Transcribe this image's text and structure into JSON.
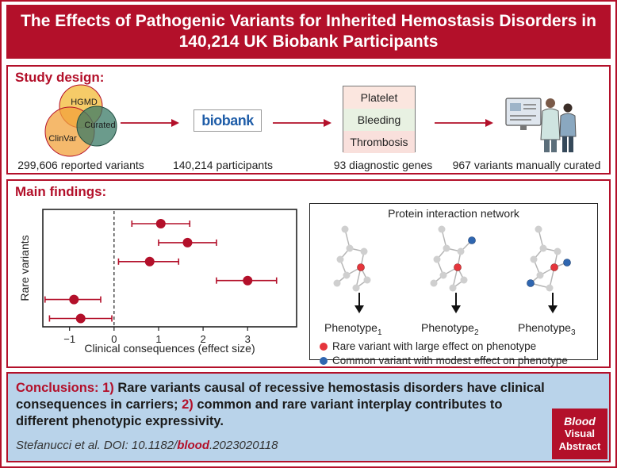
{
  "header": {
    "line1": "The Effects of Pathogenic Variants for Inherited Hemostasis Disorders in",
    "line2": "140,214 UK Biobank Participants"
  },
  "study_design": {
    "title": "Study design:",
    "venn": {
      "hgmd": "HGMD",
      "clinvar": "ClinVar",
      "curated": "Curated"
    },
    "biobank_logo": "biobank",
    "gene_categories": [
      "Platelet",
      "Bleeding",
      "Thrombosis"
    ],
    "captions": [
      "299,606 reported variants",
      "140,214 participants",
      "93 diagnostic genes",
      "967 variants manually curated"
    ],
    "colors": {
      "platelet": "#fbe6df",
      "bleeding": "#e8f1e2",
      "thrombosis": "#f9e0dc",
      "arrow": "#b3102a"
    }
  },
  "main_findings": {
    "title": "Main findings:",
    "network_title": "Protein interaction network",
    "phenotype_label": "Phenotype",
    "phenotype_subscripts": [
      "1",
      "2",
      "3"
    ],
    "legend": [
      {
        "label": "Rare variant with large effect on phenotype",
        "color": "#e5353c"
      },
      {
        "label": "Common variant with modest effect on phenotype",
        "color": "#2f66b0"
      }
    ]
  },
  "chart_data": {
    "type": "scatter",
    "title": "",
    "xlabel": "Clinical consequences (effect size)",
    "ylabel": "Rare variants",
    "xlim": [
      -1.6,
      4.1
    ],
    "x_ticks": [
      -1,
      0,
      1,
      2,
      3
    ],
    "x_tick_labels": [
      "−1",
      "0",
      "1",
      "2",
      "3"
    ],
    "reference_line": 0,
    "point_color": "#b3102a",
    "points": [
      {
        "estimate": 1.05,
        "ci_low": 0.4,
        "ci_high": 1.7
      },
      {
        "estimate": 1.65,
        "ci_low": 1.0,
        "ci_high": 2.3
      },
      {
        "estimate": 0.8,
        "ci_low": 0.1,
        "ci_high": 1.45
      },
      {
        "estimate": 3.0,
        "ci_low": 2.3,
        "ci_high": 3.65
      },
      {
        "estimate": -0.9,
        "ci_low": -1.55,
        "ci_high": -0.3
      },
      {
        "estimate": -0.75,
        "ci_low": -1.45,
        "ci_high": -0.05
      }
    ]
  },
  "conclusions": {
    "label": "Conclusions:",
    "n1": "1)",
    "text1": "Rare variants causal of recessive hemostasis disorders have clinical consequences in carriers;",
    "n2": "2)",
    "text2": "common and rare variant interplay contributes to different phenotypic expressivity.",
    "citation_prefix": "Stefanucci et al. DOI: 10.1182/",
    "citation_journal": "blood",
    "citation_suffix": ".2023020118",
    "badge": [
      "Blood",
      "Visual",
      "Abstract"
    ]
  }
}
